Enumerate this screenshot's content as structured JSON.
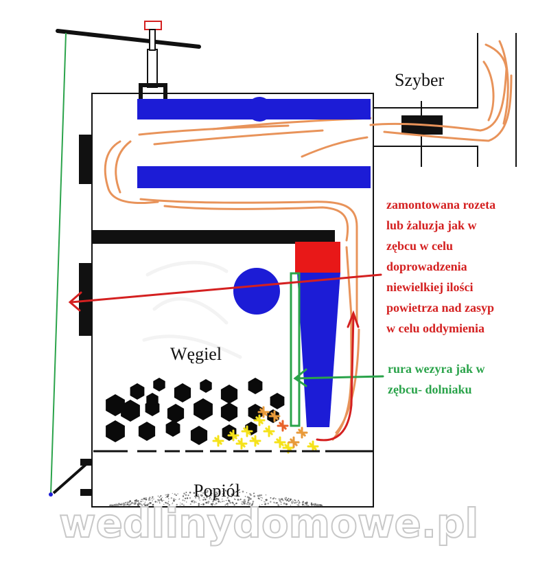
{
  "labels": {
    "damper": "Szyber",
    "coal": "Węgiel",
    "ash": "Popiół"
  },
  "annotations": {
    "rosette_lines": [
      "zamontowana rozeta",
      "lub żaluzja jak w",
      "zębcu w celu",
      "doprowadzenia",
      "niewielkiej ilości",
      "powietrza nad zasyp",
      "w celu oddymienia"
    ],
    "pipe_lines": [
      "rura wezyra jak w",
      "zębcu- dolniaku"
    ]
  },
  "watermark": "wedlinydomowe.pl",
  "colors": {
    "outline": "#111111",
    "baffle_blue": "#1c1cd6",
    "flame_orange": "#e8935a",
    "annotation_red": "#d42020",
    "annotation_green": "#2aa34a",
    "coal": "#0a0a0a",
    "fire_yellow": "#f5e21a",
    "rosette_red": "#e81818",
    "watermark_fill": "#ffffff",
    "watermark_stroke": "#c8c8c8"
  }
}
